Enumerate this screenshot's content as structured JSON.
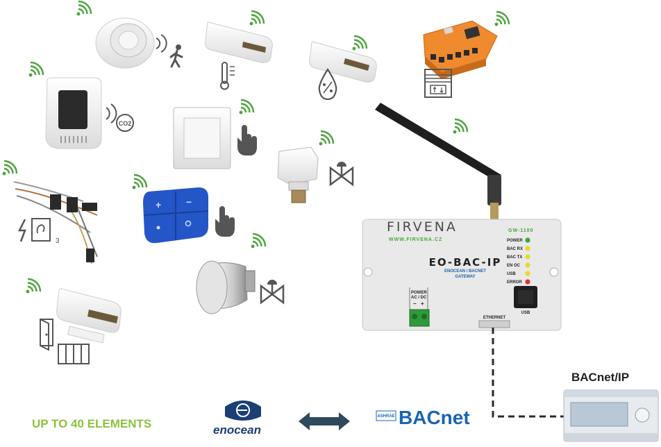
{
  "labels": {
    "elements": "UP TO 40 ELEMENTS",
    "bacnet_ip": "BACnet/IP"
  },
  "gateway": {
    "brand": "FIRVENA",
    "url": "WWW.FIRVENA.CZ",
    "model": "GW-1100",
    "title": "EO-BAC-IP",
    "subtitle_line1": "ENOCEAN / BACNET",
    "subtitle_line2": "GATEWAY",
    "leds": [
      {
        "label": "POWER",
        "color": "#3aa635"
      },
      {
        "label": "BAC RX",
        "color": "#e8d82a"
      },
      {
        "label": "BAC TX",
        "color": "#e8d82a"
      },
      {
        "label": "EN OC",
        "color": "#e8d82a"
      },
      {
        "label": "USB",
        "color": "#e8d82a"
      },
      {
        "label": "ERROR",
        "color": "#e0322a"
      }
    ],
    "power_label": "POWER",
    "power_sub": "AC / DC",
    "ethernet_label": "ETHERNET",
    "usb_label": "USB"
  },
  "logos": {
    "enocean": "enocean",
    "bacnet": "BACnet",
    "ashrae": "ASHRAE"
  },
  "icons": {
    "co2": "CO2",
    "relay_count": "3"
  },
  "colors": {
    "wifi_green": "#4aa33a",
    "enocean_blue": "#1b3f74",
    "bacnet_blue": "#1a64b5",
    "arrow": "#2e4a5c",
    "elements_green": "#8cc23f"
  }
}
